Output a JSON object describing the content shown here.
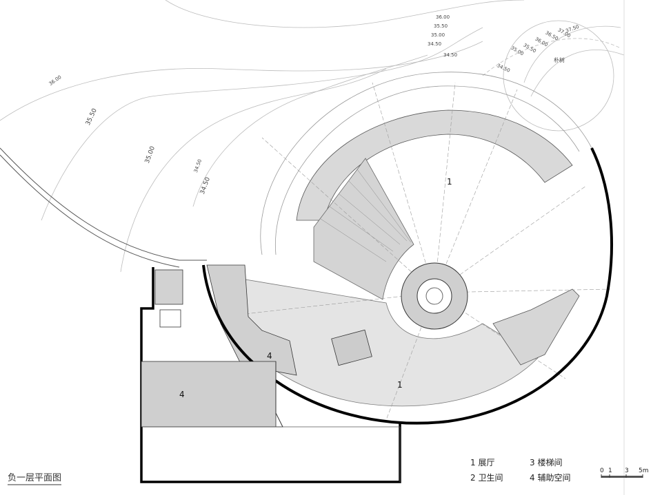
{
  "title": "负一层平面图",
  "legend": [
    {
      "num": "1",
      "label": "展厅"
    },
    {
      "num": "2",
      "label": "卫生间"
    },
    {
      "num": "3",
      "label": "楼梯间"
    },
    {
      "num": "4",
      "label": "辅助空间"
    }
  ],
  "scale_bar": {
    "ticks": [
      "0",
      "1",
      "3",
      "5m"
    ]
  },
  "room_labels": [
    "1",
    "1",
    "4",
    "4"
  ],
  "contours": [
    "36.00",
    "35.50",
    "35.00",
    "34.50",
    "34.50",
    "36.00",
    "35.50",
    "35.00",
    "34.50",
    "34.50",
    "35.00",
    "35.50",
    "36.00",
    "36.50",
    "37.00",
    "37.50",
    "34.50"
  ],
  "tree_label": "朴树",
  "colors": {
    "wall": "#000000",
    "fill": "#d9d9d9",
    "line": "#888888"
  }
}
